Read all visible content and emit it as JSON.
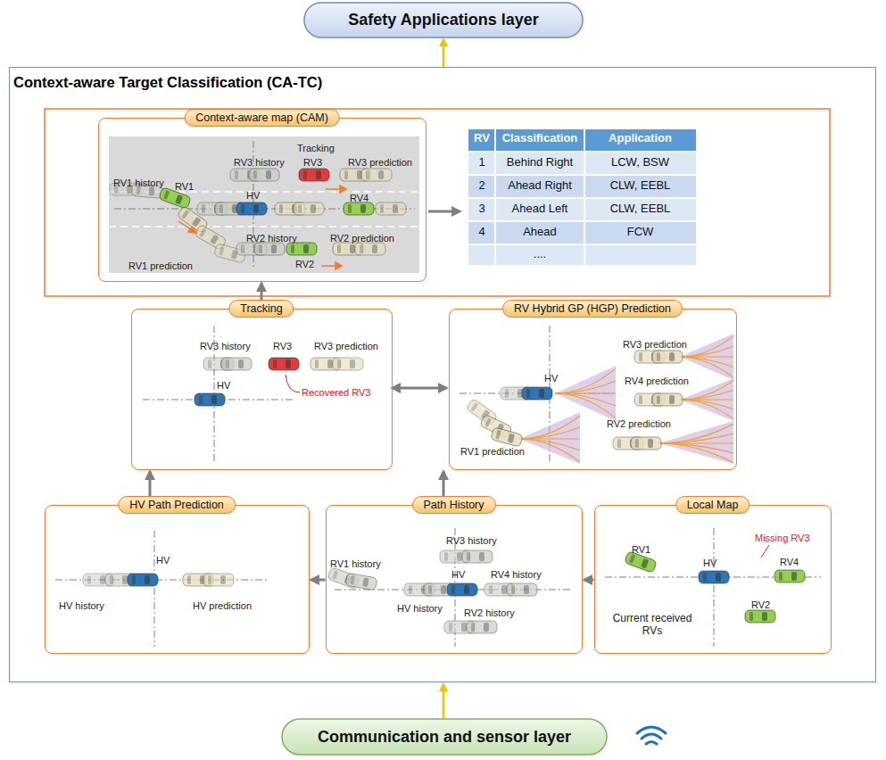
{
  "diagram": {
    "nodes": [
      {
        "text": [
          "Safety Applications layer"
        ]
      },
      {
        "text": [
          "Context-aware Target Classification (CA-TC)"
        ]
      },
      {
        "text": [
          "Context-aware map (CAM)"
        ],
        "in": 1
      },
      {
        "text": [
          "Tracking"
        ],
        "in": 1
      },
      {
        "text": [
          "RV Hybrid GP (HGP) Prediction"
        ],
        "in": 1
      },
      {
        "text": [
          "HV Path Prediction"
        ],
        "in": 1
      },
      {
        "text": [
          "Path History"
        ],
        "in": 1
      },
      {
        "text": [
          "Local Map"
        ],
        "in": 1
      },
      {
        "text": [
          "Communication and sensor layer"
        ]
      }
    ],
    "edges": [
      {
        "from": 1,
        "to": 0,
        "arrow": "to"
      },
      {
        "from": 8,
        "to": 1,
        "arrow": "to"
      },
      {
        "from": 7,
        "to": 6,
        "arrow": "to"
      },
      {
        "from": 6,
        "to": 5,
        "arrow": "to"
      },
      {
        "from": 5,
        "to": 3,
        "arrow": "to"
      },
      {
        "from": 6,
        "to": 4,
        "arrow": "to"
      },
      {
        "from": 3,
        "to": 4,
        "arrow": "both"
      },
      {
        "from": 3,
        "to": 2,
        "arrow": "to"
      }
    ],
    "labels": [
      "Tracking",
      "RV3 history",
      "RV3",
      "RV3 prediction",
      "RV1 history",
      "RV1",
      "HV",
      "RV4",
      "RV2 history",
      "RV2 prediction",
      "RV2",
      "RV1 prediction",
      "RV",
      "Classification",
      "Application",
      "1",
      "Behind Right",
      "LCW, BSW",
      "2",
      "Ahead Right",
      "CLW, EEBL",
      "3",
      "Ahead Left",
      "CLW, EEBL",
      "4",
      "Ahead",
      "FCW",
      "....",
      "RV3 history",
      "RV3",
      "RV3 prediction",
      "HV",
      "Recovered RV3",
      "RV3 prediction",
      "HV",
      "RV4 prediction",
      "RV2 prediction",
      "RV1 prediction",
      "HV",
      "HV  history",
      "HV prediction",
      "RV3 history",
      "RV1 history",
      "HV",
      "RV4 history",
      "HV  history",
      "RV2 history",
      "RV1",
      "Missing RV3",
      "HV",
      "RV4",
      "Current received RVs",
      "RV2"
    ]
  }
}
